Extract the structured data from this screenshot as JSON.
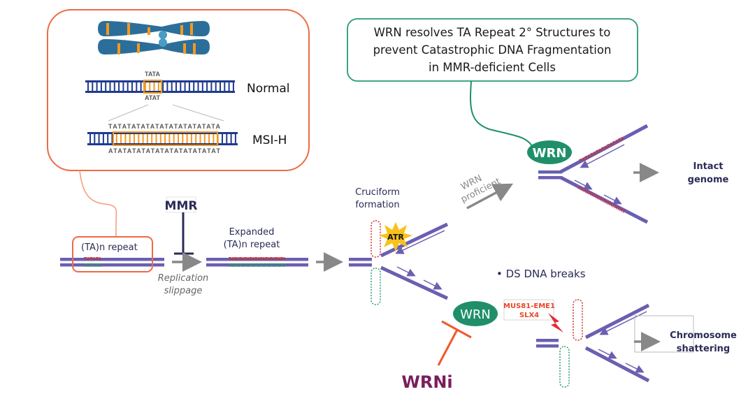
{
  "title_box": {
    "lines": [
      "WRN resolves TA Repeat 2° Structures to",
      "prevent Catastrophic DNA Fragmentation",
      "in MMR-deficient Cells"
    ]
  },
  "inset": {
    "normal_label": "Normal",
    "msih_label": "MSI-H",
    "normal_top_seq": "TATA",
    "normal_bottom_seq": "ATAT",
    "msih_top_seq": "TATATATATATATATATATATATA",
    "msih_bottom_seq": "ATATATATATATATATATATATAT"
  },
  "pathway": {
    "ta_repeat_label": "(TA)n repeat",
    "ta_repeat_top": "TATATA",
    "ta_repeat_bottom": "ATATAT",
    "mmr_label": "MMR",
    "slippage_line1": "Replication",
    "slippage_line2": "slippage",
    "expanded_line1": "Expanded",
    "expanded_line2": "(TA)n repeat",
    "expanded_top": "TATATATATATATATATATATA",
    "expanded_bottom": "ATATATATATATATATATATAT",
    "cruciform_line1": "Cruciform",
    "cruciform_line2": "formation",
    "atr_label": "ATR",
    "proficient_line1": "WRN",
    "proficient_line2": "proficient",
    "wrn_label": "WRN",
    "intact_line1": "Intact",
    "intact_line2": "genome",
    "ds_breaks": "• DS DNA breaks",
    "nuclease_line1": "MUS81-EME1",
    "nuclease_line2": "SLX4",
    "wrni_label": "WRNi",
    "shatter_line1": "Chromosome",
    "shatter_line2": "shattering",
    "fork_top_seq": "TATATATATATATATA",
    "fork_bottom_seq": "ATATATATATATATATAT"
  },
  "colors": {
    "dna": "#6a5fb0",
    "orange_box": "#ef6a45",
    "green": "#1f8f6a",
    "chromosome": "#2c6e9a",
    "band": "#f39a1e",
    "navy": "#2a2b57",
    "grey_arrow": "#888888",
    "red_text": "#e8472a",
    "wrni": "#7a1f5c",
    "atr_star": "#f7c21b"
  }
}
